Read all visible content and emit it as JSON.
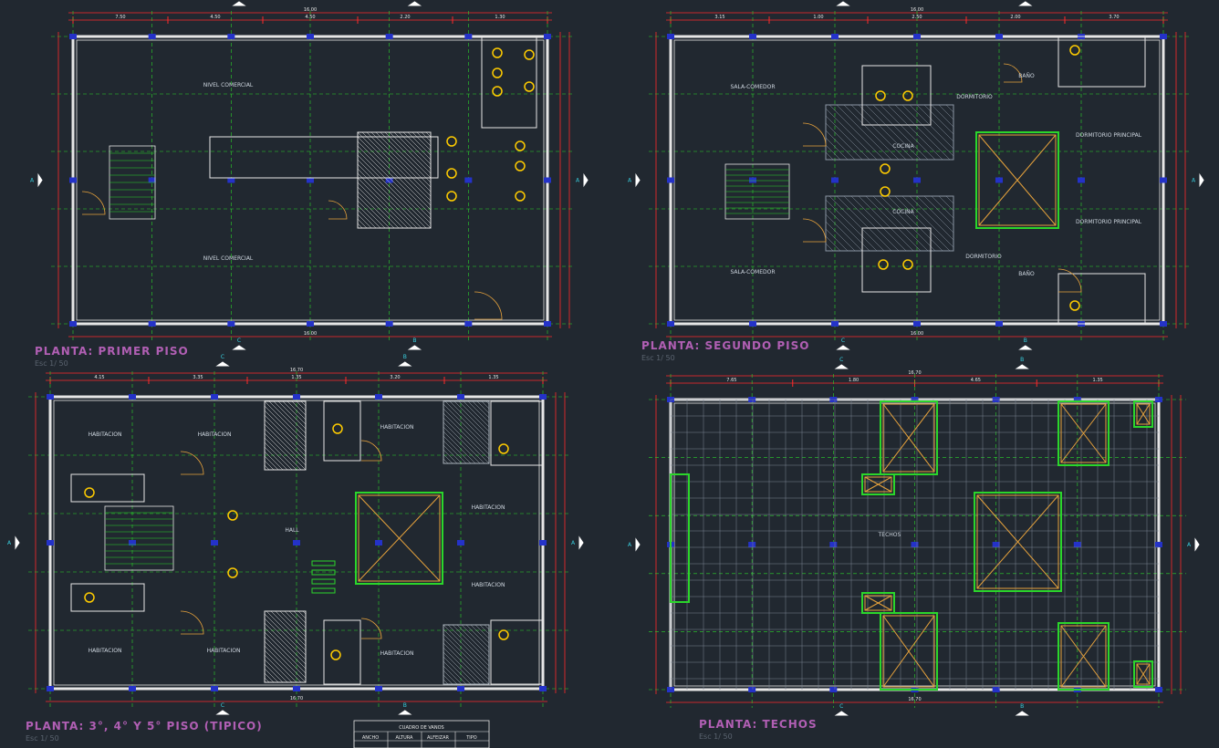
{
  "plans": [
    {
      "id": "p1",
      "title": "PLANTA: PRIMER PISO",
      "scale": "Esc 1/ 50",
      "labels": [
        "NIVEL COMERCIAL",
        "NIVEL COMERCIAL"
      ],
      "dims_top": [
        "7.50",
        "4.50",
        "4.50",
        "2.20",
        "1.30"
      ],
      "overall": "16.00"
    },
    {
      "id": "p2",
      "title": "PLANTA: SEGUNDO PISO",
      "scale": "Esc 1/ 50",
      "labels": [
        "SALA-COMEDOR",
        "SALA-COMEDOR",
        "DORMITORIO",
        "DORMITORIO",
        "COCINA",
        "COCINA",
        "DORMITORIO PRINCIPAL",
        "DORMITORIO PRINCIPAL",
        "BAÑO",
        "BAÑO"
      ],
      "dims_top": [
        "3.15",
        "1.00",
        "2.50",
        "2.00",
        "3.70"
      ],
      "overall": "16.00"
    },
    {
      "id": "p3",
      "title": "PLANTA: 3°, 4° Y 5° PISO (TIPICO)",
      "scale": "Esc 1/ 50",
      "labels": [
        "HABITACION",
        "HABITACION",
        "HABITACION",
        "HABITACION",
        "HABITACION",
        "HABITACION",
        "HABITACION",
        "HABITACION",
        "HALL"
      ],
      "dims_top": [
        "4.15",
        "3.35",
        "1.35",
        "3.20",
        "1.35"
      ],
      "overall": "16.70"
    },
    {
      "id": "p4",
      "title": "PLANTA: TECHOS",
      "scale": "Esc 1/ 50",
      "labels": [
        "TECHOS"
      ],
      "dims_top": [
        "7.65",
        "1.80",
        "4.65",
        "1.35"
      ],
      "overall": "16.70"
    }
  ],
  "axes": {
    "A": "A",
    "C": "C",
    "B": "B"
  },
  "table": {
    "title": "CUADRO DE VANOS",
    "headers": [
      "ANCHO",
      "ALTURA",
      "ALFEIZAR",
      "TIPO"
    ]
  },
  "colors": {
    "bg": "#212830",
    "wall": "#e6e6e6",
    "dim": "#ff2a2a",
    "axis": "#2bd62b",
    "door": "#e6a23c",
    "title": "#b15fb4",
    "accent": "#ffcc00",
    "cyan": "#39d0e0",
    "column": "#2432c8"
  }
}
